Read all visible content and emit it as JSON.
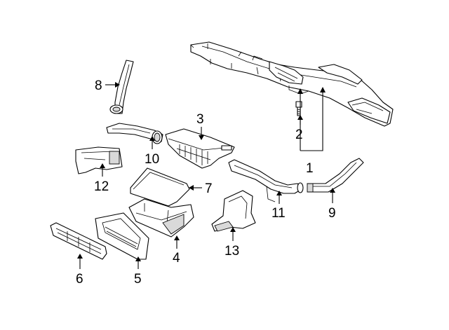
{
  "callouts": {
    "c1": "1",
    "c2": "2",
    "c3": "3",
    "c4": "4",
    "c5": "5",
    "c6": "6",
    "c7": "7",
    "c8": "8",
    "c9": "9",
    "c10": "10",
    "c11": "11",
    "c12": "12",
    "c13": "13"
  },
  "colors": {
    "line": "#000000",
    "shading": "#d9d9d9",
    "background": "#ffffff"
  }
}
